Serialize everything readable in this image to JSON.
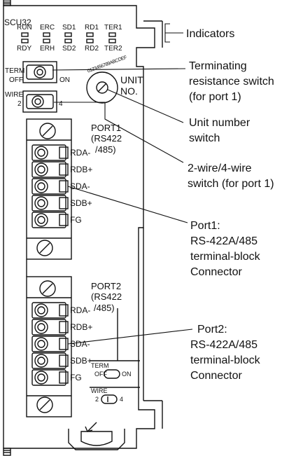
{
  "unit": {
    "model": "SCU32",
    "indicators_top": [
      "RUN",
      "ERC",
      "SD1",
      "RD1",
      "TER1"
    ],
    "indicators_bottom": [
      "RDY",
      "ERH",
      "SD2",
      "RD2",
      "TER2"
    ],
    "term_switch": {
      "label": "TERM",
      "off": "OFF",
      "on": "ON"
    },
    "wire_switch": {
      "label": "WIRE",
      "opt1": "2",
      "opt2": "4"
    },
    "unit_no": {
      "line1": "UNIT",
      "line2": "NO.",
      "dial_digits": "0123456789ABCDEF"
    },
    "port1": {
      "line1": "PORT1",
      "line2": "(RS422",
      "line3": "/485)",
      "terminals": [
        "RDA-",
        "RDB+",
        "SDA-",
        "SDB+",
        "FG"
      ]
    },
    "port2": {
      "line1": "PORT2",
      "line2": "(RS422",
      "line3": "/485)",
      "terminals": [
        "RDA-",
        "RDB+",
        "SDA-",
        "SDB+",
        "FG"
      ],
      "term_label": "TERM",
      "term_off": "OFF",
      "term_on": "ON",
      "wire_label": "WIRE",
      "wire_2": "2",
      "wire_4": "4"
    }
  },
  "callouts": {
    "indicators": "Indicators",
    "terminating": [
      "Terminating",
      "resistance switch",
      "(for port 1)"
    ],
    "unit_number": [
      "Unit number",
      "switch"
    ],
    "wire_switch": [
      "2-wire/4-wire",
      "switch (for port 1)"
    ],
    "port1": [
      "Port1:",
      "RS-422A/485",
      "terminal-block",
      "Connector"
    ],
    "port2": [
      "Port2:",
      "RS-422A/485",
      "terminal-block",
      "Connector"
    ]
  }
}
